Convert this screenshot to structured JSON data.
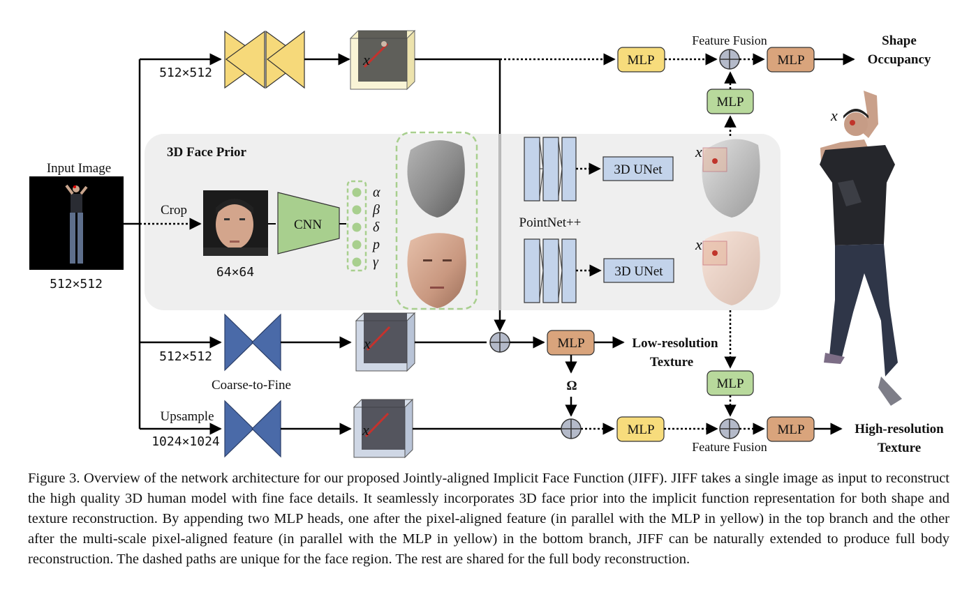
{
  "labels": {
    "input_image": "Input Image",
    "size_512_input": "512×512",
    "size_512_top": "512×512",
    "size_512_mid": "512×512",
    "upsample": "Upsample",
    "size_1024": "1024×1024",
    "coarse_to_fine": "Coarse-to-Fine",
    "crop": "Crop",
    "size_64": "64×64",
    "face_prior_title": "3D Face Prior",
    "cnn": "CNN",
    "params": [
      "α",
      "β",
      "δ",
      "p",
      "γ"
    ],
    "pointnet": "PointNet++",
    "unet_top": "3D UNet",
    "unet_bottom": "3D UNet",
    "mlp": "MLP",
    "feature_fusion_top": "Feature Fusion",
    "feature_fusion_bottom": "Feature Fusion",
    "shape_line1": "Shape",
    "shape_line2": "Occupancy",
    "lowres_line1": "Low-resolution",
    "lowres_line2": "Texture",
    "highres_line1": "High-resolution",
    "highres_line2": "Texture",
    "omega": "Ω",
    "x": "x"
  },
  "colors": {
    "mlp_yellow": "#f7dc7c",
    "mlp_orange": "#d9a47c",
    "mlp_green": "#b8d99c",
    "cnn_green": "#a8cf8e",
    "unet_blue": "#c3d3ea",
    "encoder_yellow": "#f6d97a",
    "encoder_blue": "#4a6aa8",
    "prior_panel": "#efefef",
    "sum_circle": "#b4bac9"
  },
  "caption": "Figure 3. Overview of the network architecture for our proposed Jointly-aligned Implicit Face Function (JIFF). JIFF takes a single image as input to reconstruct the high quality 3D human model with fine face details. It seamlessly incorporates 3D face prior into the implicit function representation for both shape and texture reconstruction. By appending two MLP heads, one after the pixel-aligned feature (in parallel with the MLP in yellow) in the top branch and the other after the multi-scale pixel-aligned feature (in parallel with the MLP in yellow) in the bottom branch, JIFF can be naturally extended to produce full body reconstruction. The dashed paths are unique for the face region. The rest are shared for the full body reconstruction."
}
